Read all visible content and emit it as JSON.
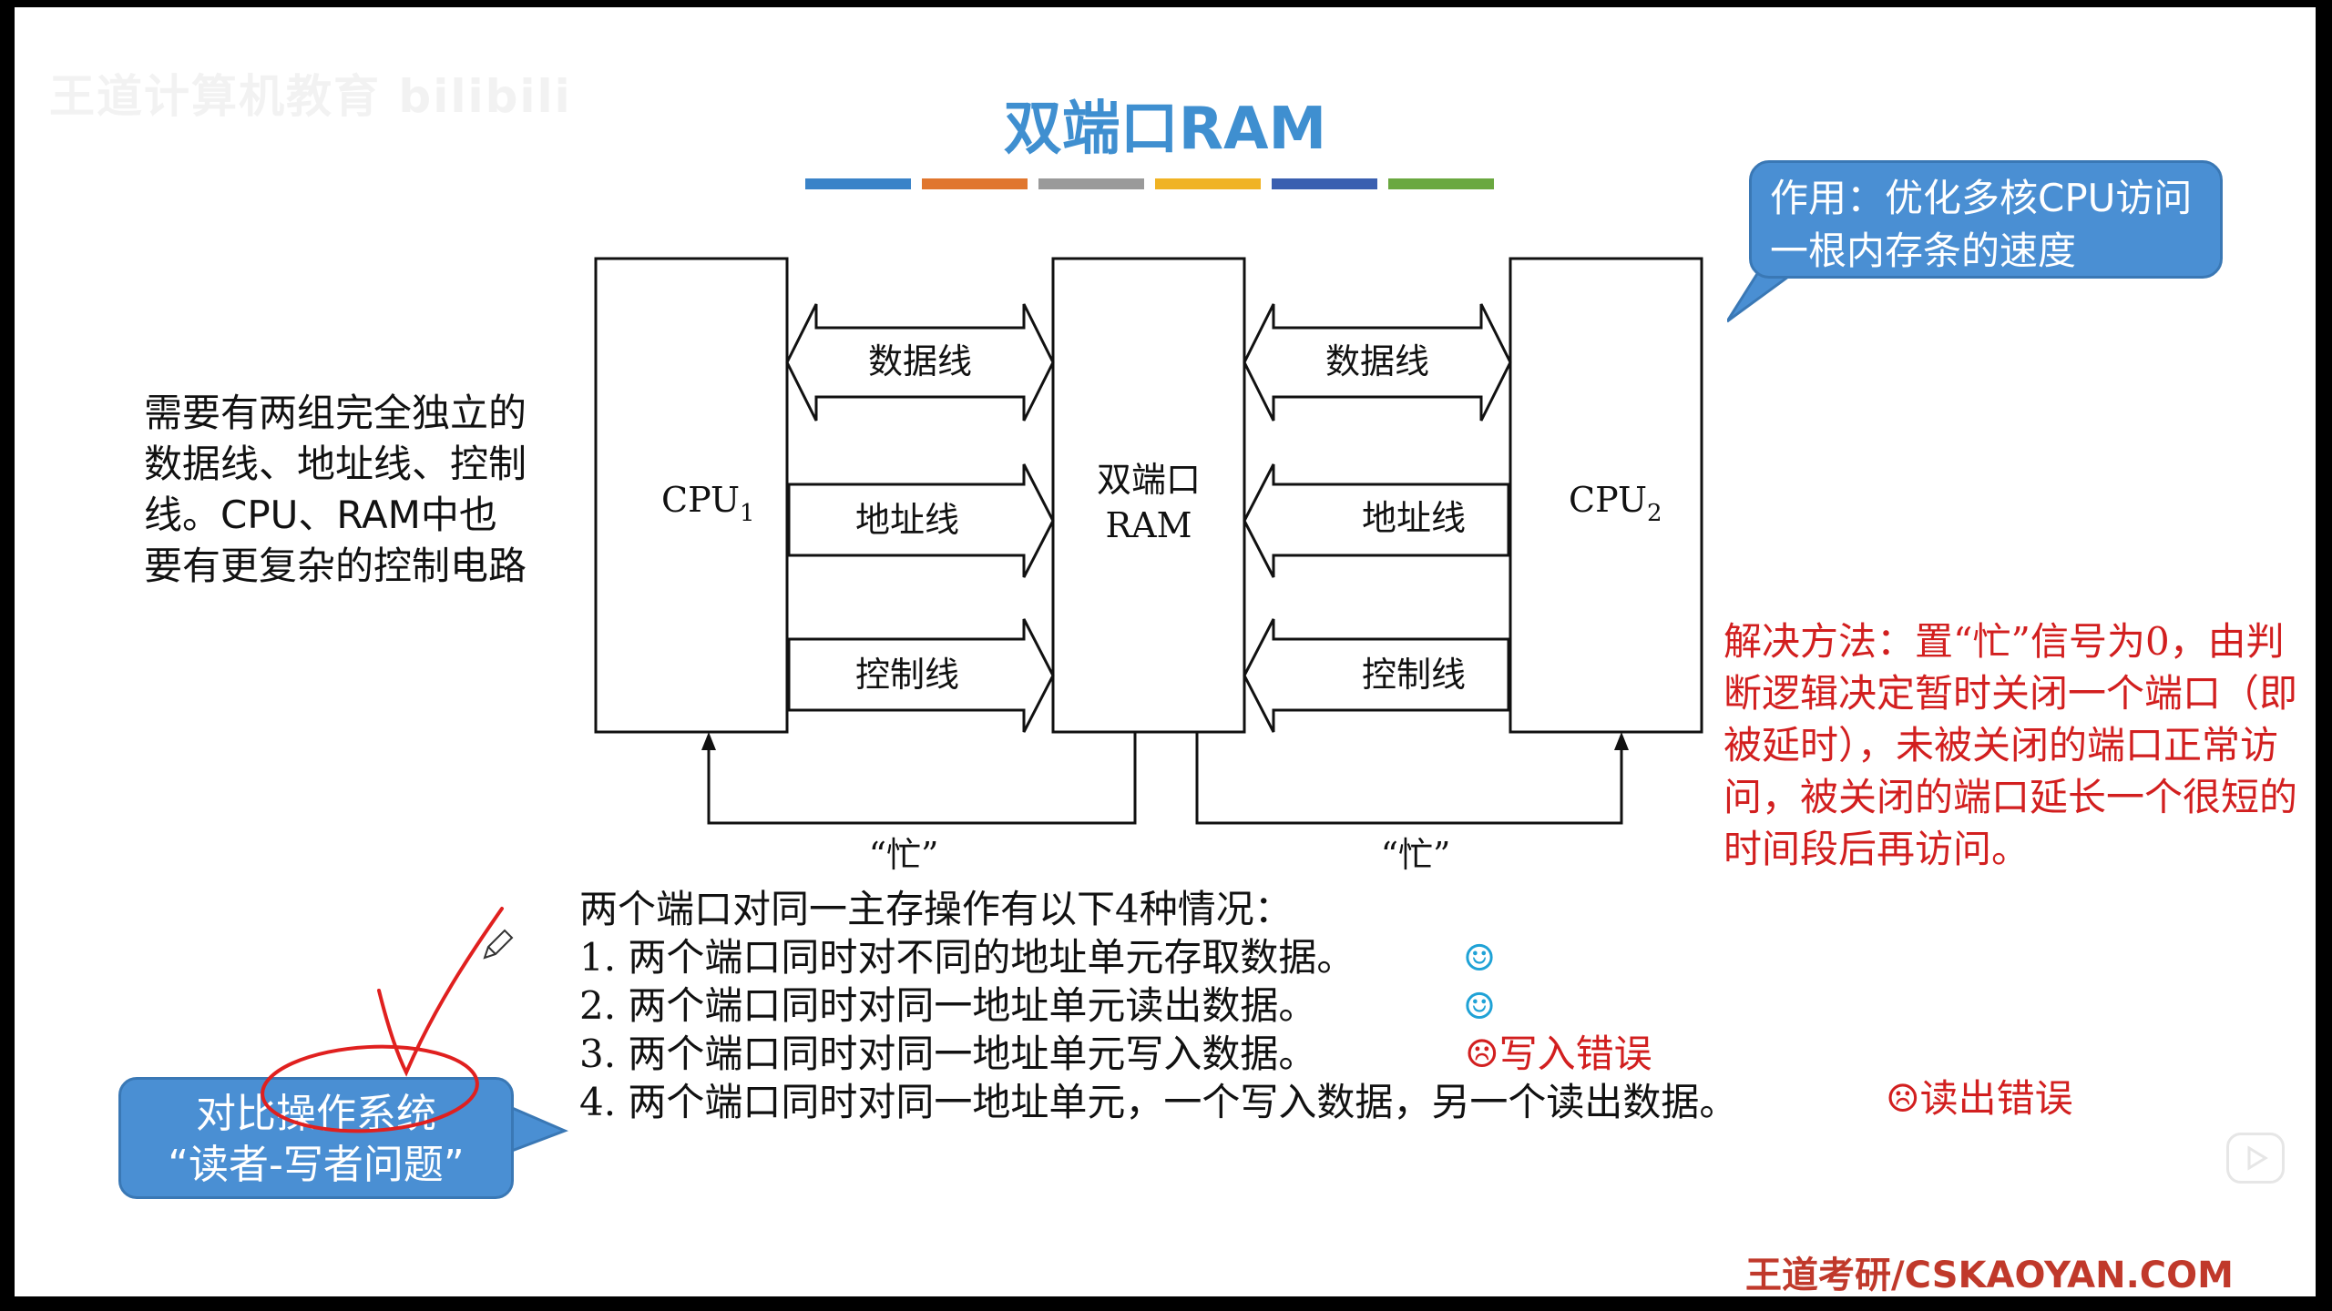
{
  "watermark": "王道计算机教育 bilibili",
  "title": "双端口RAM",
  "title_bar_colors": [
    "#3a83c8",
    "#e0762e",
    "#9a9a9a",
    "#f0b324",
    "#3a5fb0",
    "#6aa840"
  ],
  "bubble_top": "作用：优化多核CPU访问一根内存条的速度",
  "left_note": "需要有两组完全独立的数据线、地址线、控制线。CPU、RAM中也要有更复杂的控制电路",
  "diagram": {
    "cpu1": "CPU",
    "cpu1_sub": "1",
    "cpu2": "CPU",
    "cpu2_sub": "2",
    "ram_line1": "双端口",
    "ram_line2": "RAM",
    "data_line": "数据线",
    "addr_line": "地址线",
    "ctrl_line": "控制线",
    "busy": "“忙”"
  },
  "solution": "解决方法：置“忙”信号为0，由判断逻辑决定暂时关闭一个端口（即被延时），未被关闭的端口正常访问，被关闭的端口延长一个很短的时间段后再访问。",
  "cases": {
    "intro": "两个端口对同一主存操作有以下4种情况：",
    "c1": "1. 两个端口同时对不同的地址单元存取数据。",
    "c2": "2. 两个端口同时对同一地址单元读出数据。",
    "c3": "3. 两个端口同时对同一地址单元写入数据。",
    "c4": "4. 两个端口同时对同一地址单元，一个写入数据，另一个读出数据。",
    "c3_result": "写入错误",
    "c4_result": "读出错误"
  },
  "compare_bubble": {
    "line1": "对比操作系统",
    "line2": "“读者-写者问题”"
  },
  "footer": "王道考研/CSKAOYAN.COM",
  "colors": {
    "title": "#3f8fd0",
    "bubble": "#4a8fd3",
    "red": "#d21f1f",
    "annotation": "#e0201f"
  }
}
